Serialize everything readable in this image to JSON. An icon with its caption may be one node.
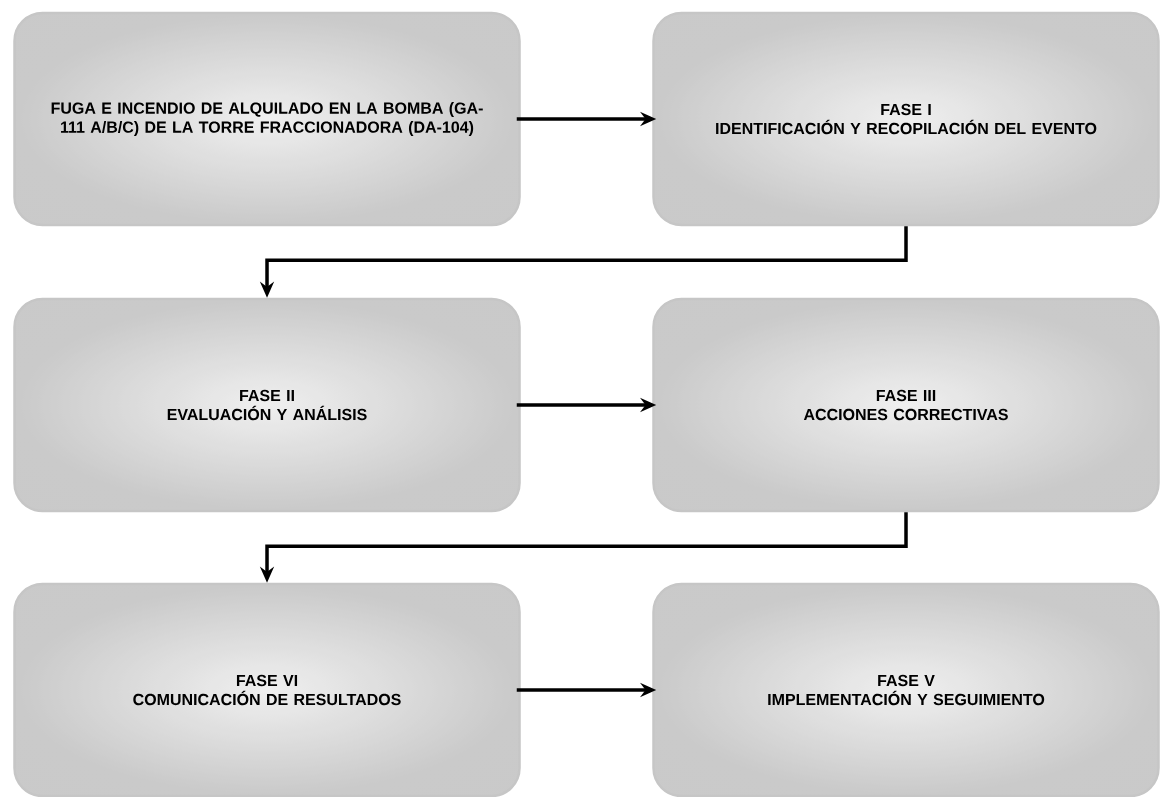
{
  "diagram": {
    "nodes": [
      {
        "text": [
          "FUGA E INCENDIO DE ALQUILADO EN LA BOMBA (GA-111 A/B/C) DE LA TORRE FRACCIONADORA (DA-104)"
        ]
      },
      {
        "text": [
          "FASE I",
          "IDENTIFICACIÓN Y RECOPILACIÓN DEL EVENTO"
        ]
      },
      {
        "text": [
          "FASE II",
          "EVALUACIÓN Y ANÁLISIS"
        ]
      },
      {
        "text": [
          "FASE III",
          "ACCIONES CORRECTIVAS"
        ]
      },
      {
        "text": [
          "FASE VI",
          "COMUNICACIÓN DE RESULTADOS"
        ]
      },
      {
        "text": [
          "FASE V",
          "IMPLEMENTACIÓN Y SEGUIMIENTO"
        ]
      }
    ],
    "edges": [
      {
        "from": 0,
        "to": 1,
        "arrow": "to"
      },
      {
        "from": 1,
        "to": 2,
        "arrow": "to"
      },
      {
        "from": 2,
        "to": 3,
        "arrow": "to"
      },
      {
        "from": 3,
        "to": 4,
        "arrow": "to"
      },
      {
        "from": 4,
        "to": 5,
        "arrow": "to"
      }
    ]
  }
}
